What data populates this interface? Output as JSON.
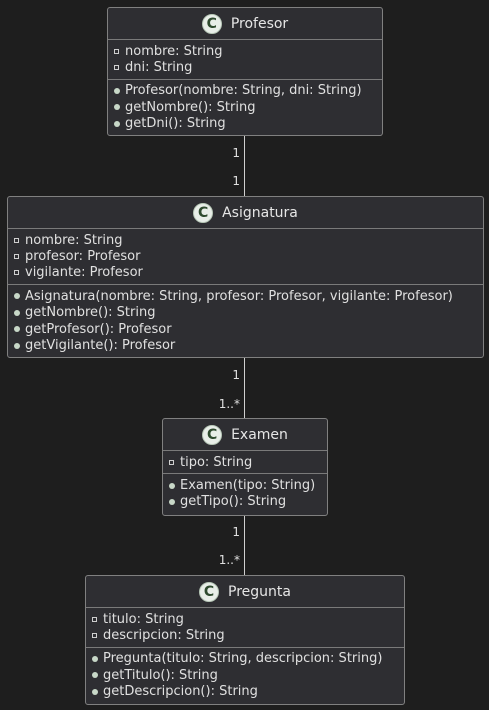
{
  "classes": {
    "profesor": {
      "name": "Profesor",
      "icon": "class-icon",
      "stereotype_letter": "C",
      "attributes": [
        "nombre: String",
        "dni: String"
      ],
      "methods": [
        "Profesor(nombre: String, dni: String)",
        "getNombre(): String",
        "getDni(): String"
      ]
    },
    "asignatura": {
      "name": "Asignatura",
      "icon": "class-icon",
      "stereotype_letter": "C",
      "attributes": [
        "nombre: String",
        "profesor: Profesor",
        "vigilante: Profesor"
      ],
      "methods": [
        "Asignatura(nombre: String, profesor: Profesor, vigilante: Profesor)",
        "getNombre(): String",
        "getProfesor(): Profesor",
        "getVigilante(): Profesor"
      ]
    },
    "examen": {
      "name": "Examen",
      "icon": "class-icon",
      "stereotype_letter": "C",
      "attributes": [
        "tipo: String"
      ],
      "methods": [
        "Examen(tipo: String)",
        "getTipo(): String"
      ]
    },
    "pregunta": {
      "name": "Pregunta",
      "icon": "class-icon",
      "stereotype_letter": "C",
      "attributes": [
        "titulo: String",
        "descripcion: String"
      ],
      "methods": [
        "Pregunta(titulo: String, descripcion: String)",
        "getTitulo(): String",
        "getDescripcion(): String"
      ]
    }
  },
  "associations": [
    {
      "from": "Profesor",
      "to": "Asignatura",
      "from_mult": "1",
      "to_mult": "1"
    },
    {
      "from": "Asignatura",
      "to": "Examen",
      "from_mult": "1",
      "to_mult": "1..*"
    },
    {
      "from": "Examen",
      "to": "Pregunta",
      "from_mult": "1",
      "to_mult": "1..*"
    }
  ],
  "colors": {
    "background": "#1e1e1e",
    "class_fill": "#2e2e32",
    "border": "#808080",
    "text": "#e0e0e0",
    "icon_fill": "#e8eee8"
  }
}
